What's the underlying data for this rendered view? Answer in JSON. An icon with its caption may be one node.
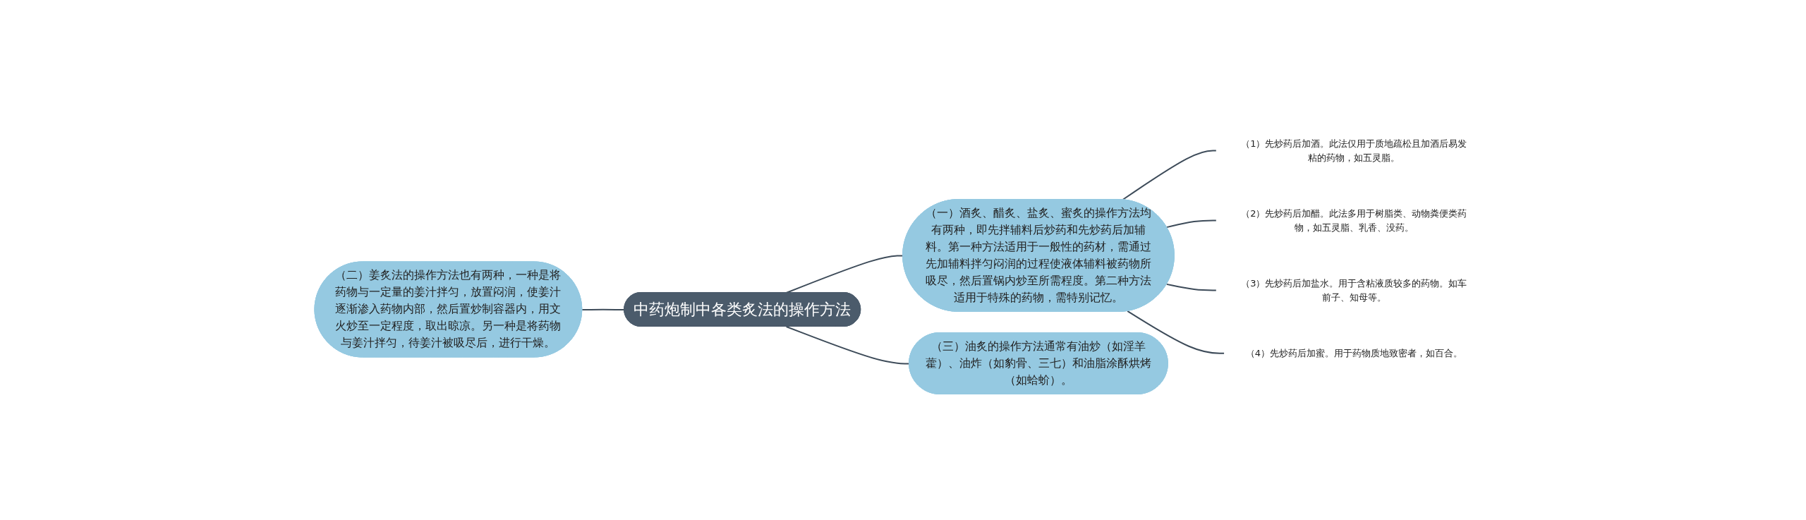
{
  "diagram": {
    "nodes": [
      {
        "text": [
          "中药炮制中各类炙法的操作方法"
        ]
      },
      {
        "text": [
          "（二）姜炙法的操作方法也有两种，一种是将药物与一定量的姜汁拌匀，放置闷润，使姜汁逐渐渗入药物内部，然后置炒制容器内，用文火炒至一定程度，取出晾凉。另一种是将药物与姜汁拌匀，待姜汁被吸尽后，进行干燥。"
        ]
      },
      {
        "text": [
          "（一）酒炙、醋炙、盐炙、蜜炙的操作方法均有两种，即先拌辅料后炒药和先炒药后加辅料。第一种方法适用于一般性的药材，需通过先加辅料拌匀闷润的过程使液体辅料被药物所吸尽，然后置锅内炒至所需程度。第二种方法适用于特殊的药物，需特别记忆。"
        ]
      },
      {
        "text": [
          "（1）先炒药后加酒。此法仅用于质地疏松且加酒后易发粘的药物，如五灵脂。"
        ]
      },
      {
        "text": [
          "（2）先炒药后加醋。此法多用于树脂类、动物粪便类药物，如五灵脂、乳香、没药。"
        ]
      },
      {
        "text": [
          "（3）先炒药后加盐水。用于含粘液质较多的药物。如车前子、知母等。"
        ]
      },
      {
        "text": [
          "（4）先炒药后加蜜。用于药物质地致密者，如百合。"
        ]
      },
      {
        "text": [
          "（三）油炙的操作方法通常有油炒（如淫羊藿）、油炸（如豹骨、三七）和油脂涂酥烘烤（如蛤蚧）。"
        ]
      }
    ],
    "edges": [
      {
        "from": 0,
        "to": 1,
        "arrow": "none"
      },
      {
        "from": 0,
        "to": 2,
        "arrow": "none"
      },
      {
        "from": 2,
        "to": 3,
        "arrow": "none"
      },
      {
        "from": 2,
        "to": 4,
        "arrow": "none"
      },
      {
        "from": 2,
        "to": 5,
        "arrow": "none"
      },
      {
        "from": 2,
        "to": 6,
        "arrow": "none"
      },
      {
        "from": 0,
        "to": 7,
        "arrow": "none"
      }
    ]
  }
}
